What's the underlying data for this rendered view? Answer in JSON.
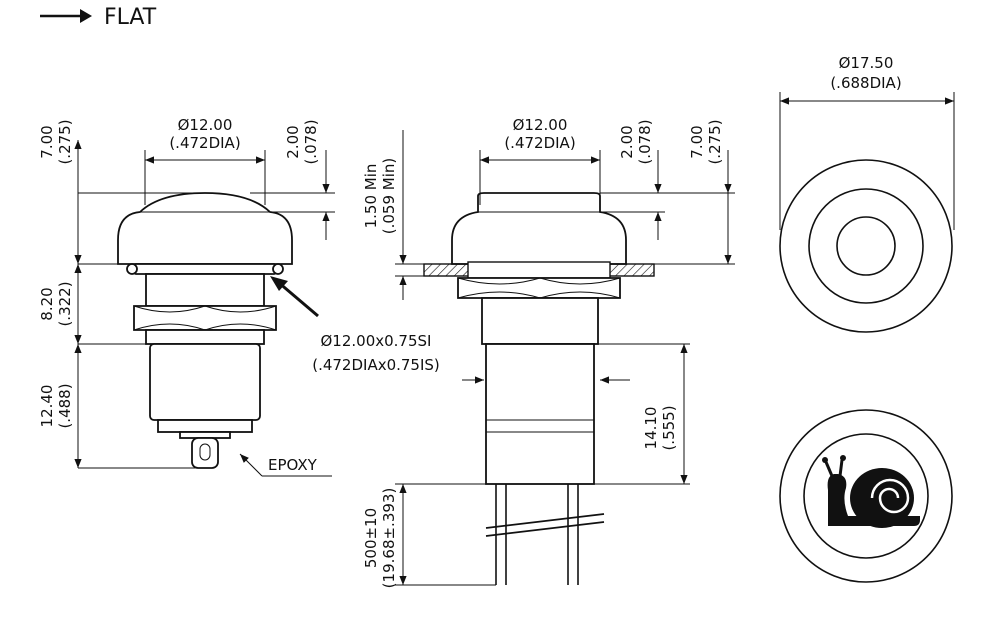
{
  "legend": {
    "label": "FLAT"
  },
  "side_view": {
    "cap_diameter": "Ø12.00",
    "cap_diameter_in": "(.472DIA)",
    "cap_height": "7.00",
    "cap_height_in": "(.275)",
    "dome_height": "2.00",
    "dome_height_in": "(.078)",
    "shank_length": "8.20",
    "shank_length_in": "(.322)",
    "body_length": "12.40",
    "body_length_in": "(.488)",
    "potting": "EPOXY"
  },
  "section_view": {
    "cap_diameter": "Ø12.00",
    "cap_diameter_in": "(.472DIA)",
    "dome_height": "2.00",
    "dome_height_in": "(.078)",
    "cap_height": "7.00",
    "cap_height_in": "(.275)",
    "panel_min": "1.50 Min",
    "panel_min_in": "(.059 Min)",
    "thread": "Ø12.00x0.75SI",
    "thread_in": "(.472DIAx0.75IS)",
    "body_length": "14.10",
    "body_length_in": "(.555)",
    "lead_length": "500±10",
    "lead_length_in": "(19.68±.393)"
  },
  "top_view": {
    "diameter": "Ø17.50",
    "diameter_in": "(.688DIA)"
  },
  "icons": [
    "arrow-right-icon",
    "snail-icon"
  ]
}
